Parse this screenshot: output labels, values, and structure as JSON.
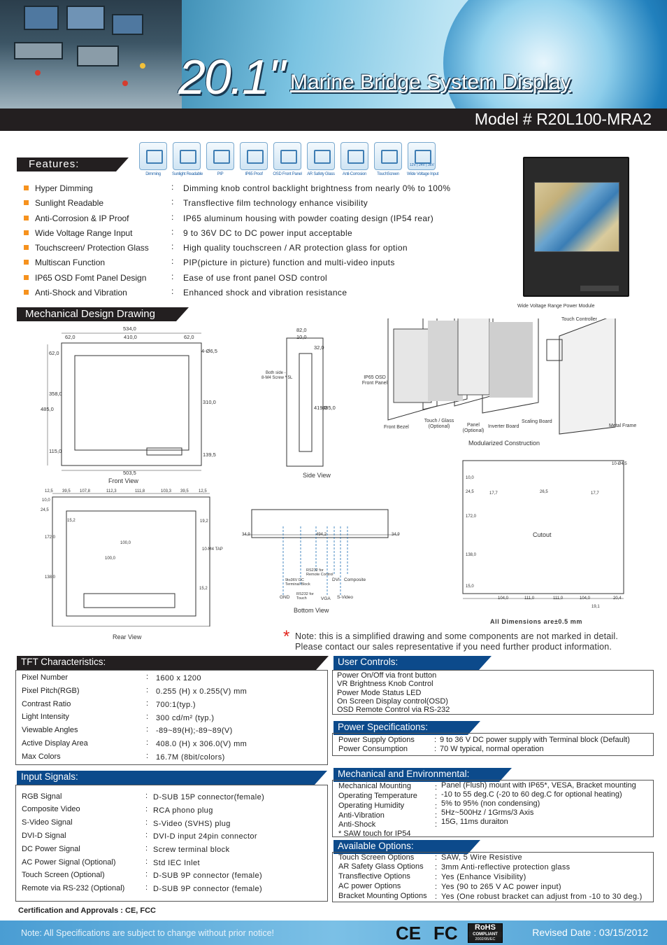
{
  "header": {
    "title_size": "20.1\"",
    "title": "Marine Bridge System Display",
    "model": "Model # R20L100-MRA2"
  },
  "features": {
    "tab_label": "Features:",
    "icons": [
      {
        "label": "Dimming",
        "icon": "dimming-icon"
      },
      {
        "label": "Sunlight Readable",
        "icon": "sunlight-icon"
      },
      {
        "label": "PIP",
        "icon": "pip-icon"
      },
      {
        "label": "IP65 Proof",
        "icon": "waterproof-icon"
      },
      {
        "label": "OSD Front Panel",
        "icon": "osd-icon"
      },
      {
        "label": "AR Safety Glass",
        "icon": "glass-icon"
      },
      {
        "label": "Anti-Corrosion",
        "icon": "anticorrosion-icon"
      },
      {
        "label": "TouchScreen",
        "icon": "touch-icon"
      },
      {
        "label": "Wide Voltage Input",
        "icon": "voltage-icon"
      }
    ],
    "icon_voltage_text": "12V | 24V | 36V",
    "items": [
      {
        "name": "Hyper Dimming",
        "desc": "Dimming knob control backlight brightness from nearly 0% to 100%"
      },
      {
        "name": "Sunlight Readable",
        "desc": "Transflective film technology enhance visibility"
      },
      {
        "name": "Anti-Corrosion & IP Proof",
        "desc": "IP65 aluminum housing with powder coating design (IP54 rear)"
      },
      {
        "name": "Wide Voltage Range Input",
        "desc": "9 to 36V DC to DC power input acceptable"
      },
      {
        "name": "Touchscreen/ Protection Glass",
        "desc": "High quality touchscreen / AR protection glass for option"
      },
      {
        "name": "Multiscan Function",
        "desc": "PIP(picture in picture) function and multi-video inputs"
      },
      {
        "name": "IP65 OSD Fomt Panel Design",
        "desc": "Ease of use front panel OSD control"
      },
      {
        "name": "Anti-Shock and Vibration",
        "desc": "Enhanced shock and vibration resistance"
      }
    ]
  },
  "drawing": {
    "tab_label": "Mechanical Design Drawing",
    "front_view": "Front View",
    "side_view": "Side View",
    "rear_view": "Rear View",
    "bottom_view": "Bottom View",
    "cutout": "Cutout",
    "modular": "Modularized Construction",
    "dims_note": "All Dimensions are±0.5 mm",
    "front_dims": [
      "534,0",
      "62,0",
      "410,0",
      "62,0",
      "4-Ø6,5",
      "62,0",
      "358,0",
      "485,0",
      "115,0",
      "310,0",
      "139,5",
      "503,5"
    ],
    "side_dims": [
      "82,0",
      "10,0",
      "32,0",
      "Both side -",
      "8-M4 Screw * 5L",
      "419,0",
      "485,0"
    ],
    "rear_dims": [
      "12,5",
      "39,5",
      "107,8",
      "112,3",
      "111,8",
      "103,3",
      "39,5",
      "12,5",
      "10,0",
      "24,5",
      "15,2",
      "172,0",
      "100,0",
      "100,0",
      "10-M4 TAP",
      "19,2",
      "15,2",
      "138,0"
    ],
    "bottom_labels": [
      "34,9",
      "494,2",
      "34,9",
      "RS232 for Remote Control",
      "9to36V DC Terminal Block",
      "DVI",
      "Composite",
      "RS232 for Touch",
      "GND",
      "VGA",
      "S-Video"
    ],
    "cutout_dims": [
      "10-Ø4,5",
      "17,7",
      "26,5",
      "17,7",
      "10,0",
      "24,5",
      "172,0",
      "138,0",
      "15,0",
      "104,0",
      "111,0",
      "111,0",
      "104,0",
      "20,4",
      "19,1"
    ],
    "modular_labels": [
      "Wide Voltage Range Power Module",
      "Touch Controller",
      "IP65 OSD Front Panel",
      "Front Bezel",
      "Touch / Glass (Optional)",
      "Panel (Optional)",
      "Inverter Board",
      "Scaling Board",
      "Metal Frame"
    ]
  },
  "note": {
    "mark": "*",
    "line1": "Note: this is a simplified drawing and some components are not marked in detail.",
    "line2": "Please contact our sales representative if you need further product information."
  },
  "tft": {
    "tab_label": "TFT Characteristics:",
    "rows": [
      {
        "k": "Pixel Number",
        "v": "1600 x 1200"
      },
      {
        "k": "Pixel Pitch(RGB)",
        "v": "0.255 (H) x 0.255(V) mm"
      },
      {
        "k": "Contrast Ratio",
        "v": "700:1(typ.)"
      },
      {
        "k": "Light Intensity",
        "v": "300 cd/m² (typ.)"
      },
      {
        "k": "Viewable Angles",
        "v": "-89~89(H);-89~89(V)"
      },
      {
        "k": "Active Display Area",
        "v": "408.0 (H) x 306.0(V) mm"
      },
      {
        "k": "Max Colors",
        "v": "16.7M (8bit/colors)"
      }
    ]
  },
  "user_controls": {
    "tab_label": "User Controls:",
    "lines": [
      "Power On/Off via front button",
      "VR Brightness Knob Control",
      "Power Mode Status LED",
      "On Screen Display control(OSD)",
      "OSD Remote Control via RS-232"
    ]
  },
  "power": {
    "tab_label": "Power Specifications:",
    "rows": [
      {
        "k": "Power Supply Options",
        "v": "9 to 36 V DC power supply with Terminal block (Default)"
      },
      {
        "k": "Power Consumption",
        "v": "70 W typical, normal operation"
      }
    ]
  },
  "input": {
    "tab_label": "Input Signals:",
    "rows": [
      {
        "k": "RGB Signal",
        "v": "D-SUB 15P connector(female)"
      },
      {
        "k": "Composite Video",
        "v": "RCA phono plug"
      },
      {
        "k": "S-Video Signal",
        "v": "S-Video (SVHS) plug"
      },
      {
        "k": "DVI-D Signal",
        "v": "DVI-D input 24pin connector"
      },
      {
        "k": "DC Power Signal",
        "v": "Screw terminal block"
      },
      {
        "k": "AC Power Signal (Optional)",
        "v": "Std IEC Inlet"
      },
      {
        "k": "Touch Screen (Optional)",
        "v": "D-SUB 9P connector (female)"
      },
      {
        "k": "Remote via RS-232 (Optional)",
        "v": "D-SUB 9P connector (female)"
      }
    ]
  },
  "mech": {
    "tab_label": "Mechanical and Environmental:",
    "rows": [
      {
        "k": "Mechanical Mounting",
        "v": "Panel (Flush) mount with IP65*, VESA, Bracket mounting"
      },
      {
        "k": "Operating Temperature",
        "v": "-10  to 55 deg.C (-20 to 60 deg.C for optional heating)"
      },
      {
        "k": "Operating Humidity",
        "v": "5% to 95% (non condensing)"
      },
      {
        "k": "Anti-Vibration",
        "v": "5Hz~500Hz / 1Grms/3 Axis"
      },
      {
        "k": "Anti-Shock",
        "v": "15G, 11ms duraiton"
      }
    ],
    "footnote": "* SAW touch for IP54"
  },
  "options": {
    "tab_label": "Available Options:",
    "rows": [
      {
        "k": "Touch Screen Options",
        "v": "SAW, 5 Wire Resistive"
      },
      {
        "k": "AR Safety Glass Options",
        "v": "3mm Anti-reflective protection glass"
      },
      {
        "k": "Transflective Options",
        "v": "Yes (Enhance Visibility)"
      },
      {
        "k": "AC power Options",
        "v": "Yes (90 to 265 V AC power input)"
      },
      {
        "k": "Bracket Mounting Options",
        "v": "Yes (One robust bracket can adjust from -10 to 30 deg.)"
      }
    ]
  },
  "certification": "Certification and Approvals  :  CE, FCC",
  "footer": {
    "notice": "Note: All Specifications are subject to change without prior notice!",
    "revised": "Revised Date : 03/15/2012",
    "ce": "CE",
    "fc": "FC",
    "rohs": "RoHS",
    "rohs_sub": "COMPLIANT",
    "rohs_code": "2002/95/EC"
  },
  "colon": ":"
}
